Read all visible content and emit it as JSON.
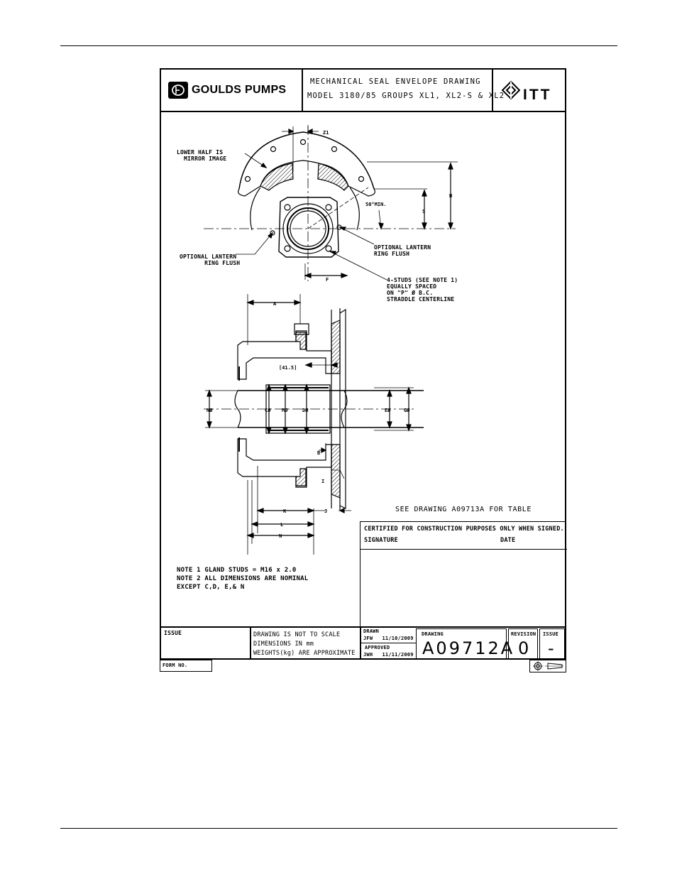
{
  "header": {
    "company": "GOULDS PUMPS",
    "title_line1": "MECHANICAL SEAL ENVELOPE DRAWING",
    "title_line2": "MODEL 3180/85 GROUPS XL1, XL2-S & XL2",
    "brand": "ITT"
  },
  "diagram": {
    "labels": {
      "z1": "Z1",
      "lower_half": "LOWER HALF IS\n  MIRROR IMAGE",
      "h": "H",
      "s": "S",
      "angle": "50°MIN.",
      "lantern_left": "OPTIONAL LANTERN\n       RING FLUSH",
      "lantern_right": "OPTIONAL LANTERN\nRING FLUSH",
      "f": "F",
      "studs": "4-STUDS (SEE NOTE 1)\nEQUALLY SPACED\nON \"P\" Ø B.C.\nSTRADDLE CENTERLINE",
      "a": "A",
      "dim_41": "[41.5]",
      "n_dia": "NØ",
      "c_dia": "CØ",
      "m_dia": "MØ",
      "d_dia": "DØ",
      "e_dia": "EØ",
      "g_dia": "GØ",
      "b": "B",
      "i": "I",
      "k": "K",
      "j": "J",
      "l": "L",
      "n": "N"
    },
    "see_drawing": "SEE DRAWING A09713A FOR TABLE"
  },
  "certification": {
    "text": "CERTIFIED FOR CONSTRUCTION PURPOSES ONLY WHEN SIGNED.",
    "signature_label": "SIGNATURE",
    "date_label": "DATE"
  },
  "notes": [
    "NOTE 1 GLAND STUDS = M16 x 2.0",
    "NOTE 2 ALL DIMENSIONS ARE NOMINAL",
    "EXCEPT C,D, E,& N"
  ],
  "title_block": {
    "issue_label": "ISSUE",
    "scale_note": [
      "DRAWING IS NOT TO SCALE",
      "DIMENSIONS IN mm",
      "WEIGHTS(kg) ARE APPROXIMATE"
    ],
    "drawn_label": "DRAWN",
    "drawn_value": "JFW   11/10/2009",
    "approved_label": "APPROVED",
    "approved_value": "JWH   11/11/2009",
    "drawing_label": "DRAWING",
    "drawing_number": "A09712A",
    "revision_label": "REVISION",
    "revision_value": "0",
    "issue_box_label": "ISSUE",
    "issue_box_value": "-",
    "form_label": "FORM NO."
  }
}
